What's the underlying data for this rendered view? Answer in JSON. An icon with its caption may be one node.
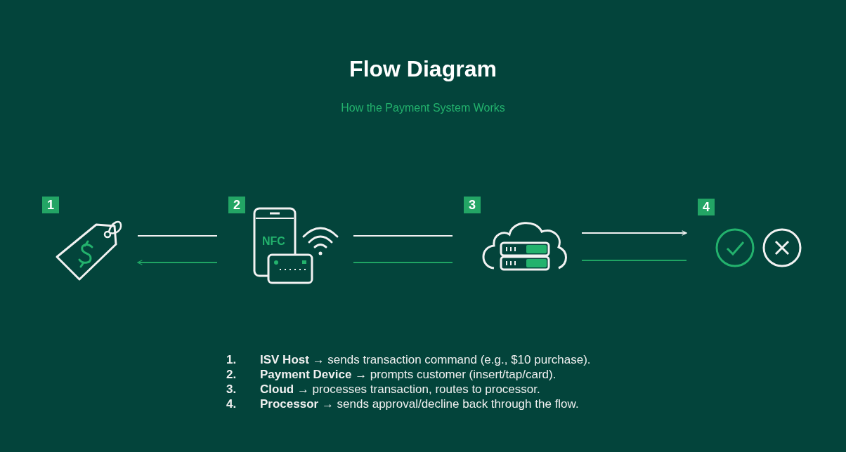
{
  "diagram": {
    "title": "Flow Diagram",
    "caption": "How the Payment System Works",
    "nodes": [
      {
        "text": [
          "1"
        ]
      },
      {
        "text": [
          "2",
          "NFC"
        ]
      },
      {
        "text": [
          "3"
        ]
      },
      {
        "text": [
          "4"
        ]
      }
    ],
    "edges": [
      {
        "from": 0,
        "to": 1,
        "arrow": "none"
      },
      {
        "from": 1,
        "to": 0,
        "arrow": "to",
        "color": "#1fa463"
      },
      {
        "from": 1,
        "to": 2,
        "arrow": "none"
      },
      {
        "from": 2,
        "to": 1,
        "arrow": "none",
        "color": "#1fa463"
      },
      {
        "from": 2,
        "to": 3,
        "arrow": "to"
      },
      {
        "from": 3,
        "to": 2,
        "arrow": "none",
        "color": "#1fa463"
      }
    ],
    "labels": [
      "1.",
      "**ISV Host** → sends transaction command (e.g., $10 purchase).",
      "2.",
      "**Payment Device** → prompts customer (insert/tap/card).",
      "3.",
      "**Cloud** → processes transaction, routes to processor.",
      "4.",
      "**Processor** → sends approval/decline back through the flow."
    ]
  }
}
